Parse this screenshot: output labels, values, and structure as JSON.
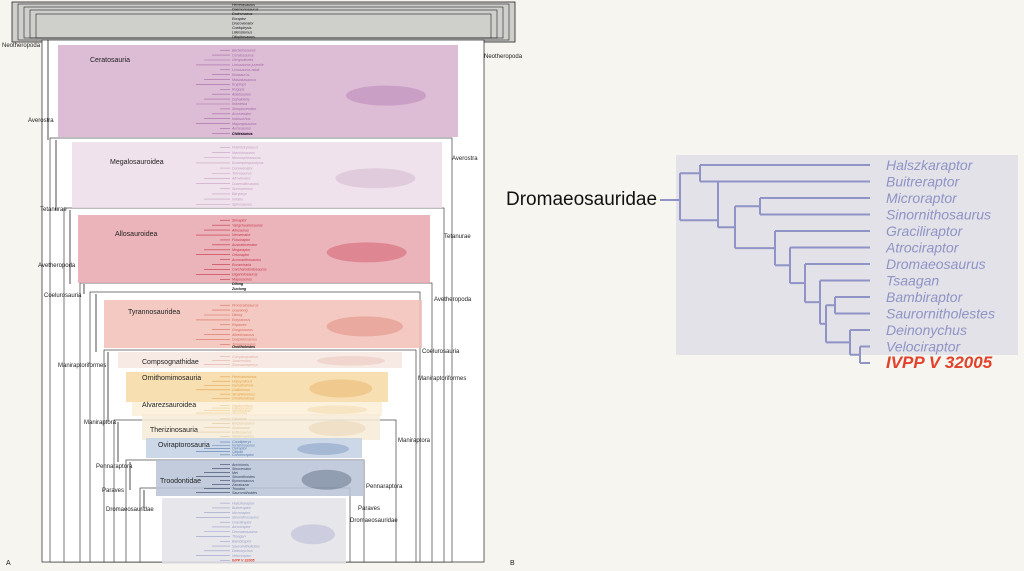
{
  "panel_a": {
    "letter": "A",
    "outgroup_taxa": [
      "Herrerasaurus",
      "Daemonosaurus",
      "Eodromaeus",
      "Eoraptor",
      "Dracovenator",
      "Coelophysis",
      "Liliensternus",
      "Dilophosaurus"
    ],
    "backbone_labels_left": [
      "Neotheropoda",
      "Averostra",
      "Tetanurae",
      "Avetheropoda",
      "Coelurosauria",
      "Maniraptoriformes",
      "Maniraptora",
      "Pennaraptora",
      "Paraves",
      "Dromaeosauridae"
    ],
    "backbone_labels_right": [
      "Neotheropoda",
      "Averostra",
      "Tetanurae",
      "Avetheropoda",
      "Coelurosauria",
      "Maniraptoriformes",
      "Maniraptora",
      "Pennaraptora",
      "Paraves",
      "Dromaeosauridae"
    ],
    "groups": [
      {
        "name": "Ceratosauria",
        "color": "#d7b0cf",
        "line": "#a56aa6",
        "taxa": [
          "Berberosaurus",
          "Ceratosaurus",
          "Genyodectes",
          "Limusaurus juvenile",
          "Limusaurus adult",
          "Noasaurus",
          "Masiakasaurus",
          "Kryptops",
          "Rugops",
          "Abelisaurus",
          "Dahalokely",
          "Ilokelesia",
          "Skorpiovenator",
          "Arcovenator",
          "Indosuchus",
          "Majungasaurus",
          "Aucasaurus",
          "Carnotaurus"
        ]
      },
      {
        "name": "Megalosauroidea",
        "color": "#ecdde9",
        "line": "#c5a0c0",
        "taxa": [
          "Piatnitzkysaurus",
          "Marshosaurus",
          "Monolophosaurus",
          "Eustreptospondylus",
          "Duriavenator",
          "Torvosaurus",
          "Afrovenator",
          "Dubreuillosaurus",
          "Suchomimus",
          "Baryonyx",
          "Irritator",
          "Spinosaurus"
        ]
      },
      {
        "name": "Allosauroidea",
        "color": "#e7a6ae",
        "line": "#c7364a",
        "taxa": [
          "Sinraptor",
          "Yangchuanosaurus",
          "Allosaurus",
          "Neovenator",
          "Fukuiraptor",
          "Australovenator",
          "Megaraptor",
          "Orkoraptor",
          "Acrocanthosaurus",
          "Eocarcharia",
          "Carcharodontosaurus",
          "Giganotosaurus",
          "Mapusaurus"
        ]
      },
      {
        "name": "Tyrannosauridea",
        "color": "#f1c0b6",
        "line": "#d86c60",
        "taxa": [
          "Proceratosaurus",
          "Guanlong",
          "Dilong",
          "Eotyrannus",
          "Raptorex",
          "Gorgosaurus",
          "Albertosaurus",
          "Daspletosaurus",
          "Tyrannosaurus"
        ]
      },
      {
        "name": "Compsognathidae",
        "color": "#f6e6e0",
        "line": "#e3b1a5",
        "taxa": [
          "Compsognathus",
          "Juravenator",
          "Sinosauropteryx"
        ]
      },
      {
        "name": "Ornithomimosauria",
        "color": "#f6d9a5",
        "line": "#e3a04a",
        "taxa": [
          "Pelecanimimus",
          "Harpymimus",
          "Garudimimus",
          "Gallimimus",
          "Struthiomimus",
          "Ornithomimus"
        ]
      },
      {
        "name": "Alvarezsauroidea",
        "color": "#fbeed6",
        "line": "#ebcb93",
        "taxa": [
          "Haplocheirus",
          "Patagonykus",
          "Mononykus",
          "Shuvuuia"
        ]
      },
      {
        "name": "Therizinosauria",
        "color": "#f7ebd8",
        "line": "#dfc79d",
        "taxa": [
          "Falcarius",
          "Beipiaosaurus",
          "Alxasaurus",
          "Erlikosaurus",
          "Nothronychus"
        ]
      },
      {
        "name": "Oviraptorosauria",
        "color": "#c3d1e4",
        "line": "#5b7fb0",
        "taxa": [
          "Caudipteryx",
          "Incisivosaurus",
          "Oviraptor",
          "Citipati",
          "Conchoraptor"
        ]
      },
      {
        "name": "Troodontidae",
        "color": "#b8c3d6",
        "line": "#34445f",
        "taxa": [
          "Anchiornis",
          "Sinovenator",
          "Mei",
          "Sinornithoides",
          "Byronosaurus",
          "Zanabazar",
          "Troodon",
          "Saurornithoides"
        ]
      },
      {
        "name": "Dromaeosauridae",
        "color": "#e3e3e8",
        "line": "#9a9ec8",
        "taxa": [
          "Halszkaraptor",
          "Buitreraptor",
          "Microraptor",
          "Sinornithosaurus",
          "Graciliraptor",
          "Atrociraptor",
          "Dromaeosaurus",
          "Tsaagan",
          "Bambiraptor",
          "Saurornitholestes",
          "Deinonychus",
          "Velociraptor",
          "IVPP V 32005"
        ]
      }
    ],
    "backbone_taxa": [
      "Chilesaurus",
      "Dilong",
      "Zuolong",
      "Ornitholestes"
    ],
    "new_taxon": "IVPP V 32005"
  },
  "panel_b": {
    "letter": "B",
    "clade_name": "Dromaeosauridae",
    "taxa": [
      "Halszkaraptor",
      "Buitreraptor",
      "Microraptor",
      "Sinornithosaurus",
      "Graciliraptor",
      "Atrociraptor",
      "Dromaeosaurus",
      "Tsaagan",
      "Bambiraptor",
      "Saurornitholestes",
      "Deinonychus",
      "Velociraptor",
      "IVPP V 32005"
    ],
    "taxon_color": "#8f93c6",
    "highlight_color": "#e2412c",
    "box_color": "#e2e2e8"
  }
}
